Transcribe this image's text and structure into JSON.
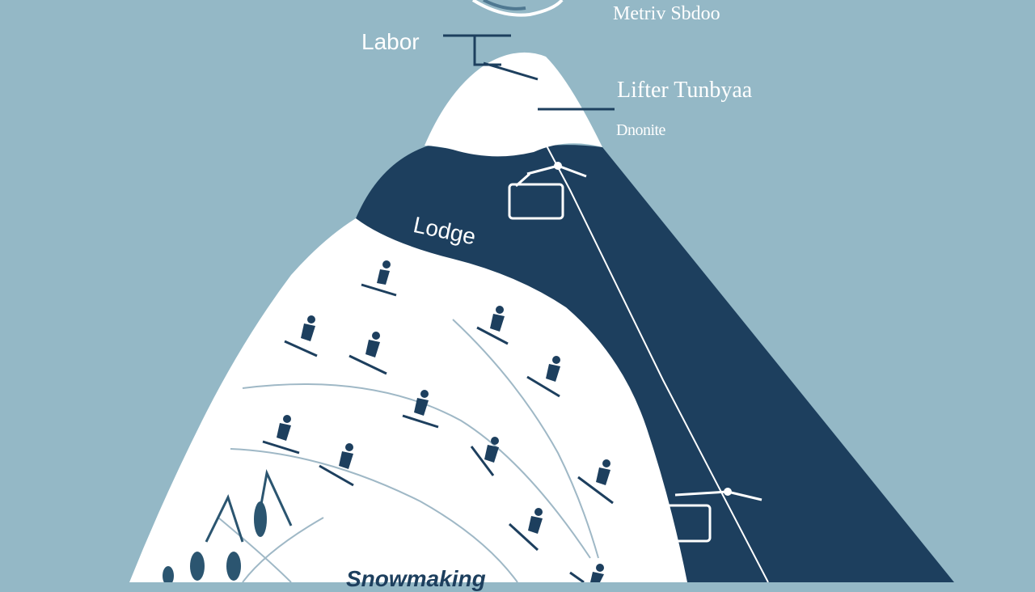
{
  "labels": {
    "labor": "Labor",
    "metric": "Metriv Sbdoo",
    "lift_title": "Lifter Tunbyaa",
    "lift_sub": "Dnonite",
    "lodge": "Lodge",
    "snowmaking": "Snowmaking"
  },
  "colors": {
    "background": "#94b8c6",
    "snow": "#ffffff",
    "navy": "#1d3f5e",
    "line": "#ffffff"
  },
  "icons": [
    "gondola-icon",
    "skier-icon",
    "pine-tree-icon",
    "gear-wheel-icon"
  ]
}
